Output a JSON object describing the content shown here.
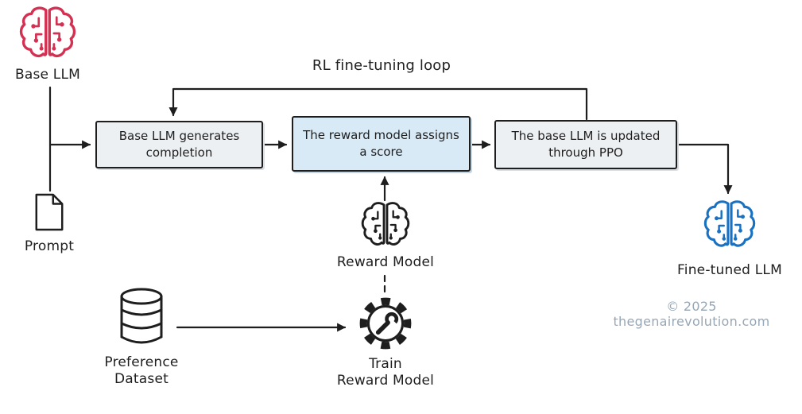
{
  "diagram": {
    "loop_label": "RL fine-tuning loop",
    "copyright": "© 2025 thegenairevolution.com",
    "nodes": {
      "base_llm": {
        "label": "Base LLM",
        "icon": "circuit-brain-icon"
      },
      "prompt": {
        "label": "Prompt",
        "icon": "document-icon"
      },
      "box_generate": {
        "label": "Base LLM generates completion"
      },
      "box_score": {
        "label": "The reward model assigns a score"
      },
      "box_ppo": {
        "label": "The base LLM is updated through PPO"
      },
      "reward_model": {
        "label": "Reward Model",
        "icon": "circuit-brain-icon"
      },
      "train_reward_model": {
        "label": "Train\nReward Model",
        "icon": "gear-wrench-icon"
      },
      "preference_dataset": {
        "label": "Preference\nDataset",
        "icon": "database-icon"
      },
      "fine_tuned_llm": {
        "label": "Fine-tuned LLM",
        "icon": "circuit-brain-icon"
      }
    },
    "colors": {
      "base_llm_icon": "#d33052",
      "fine_tuned_llm_icon": "#1971c2",
      "reward_model_icon": "#1e1e1e",
      "connector": "#1e1e1e",
      "box_fill": "#edf0f3",
      "score_box_fill": "#d9eaf7",
      "box_border": "#1e1e1e",
      "text": "#1e1e1e",
      "copyright": "#97a7b6"
    }
  }
}
